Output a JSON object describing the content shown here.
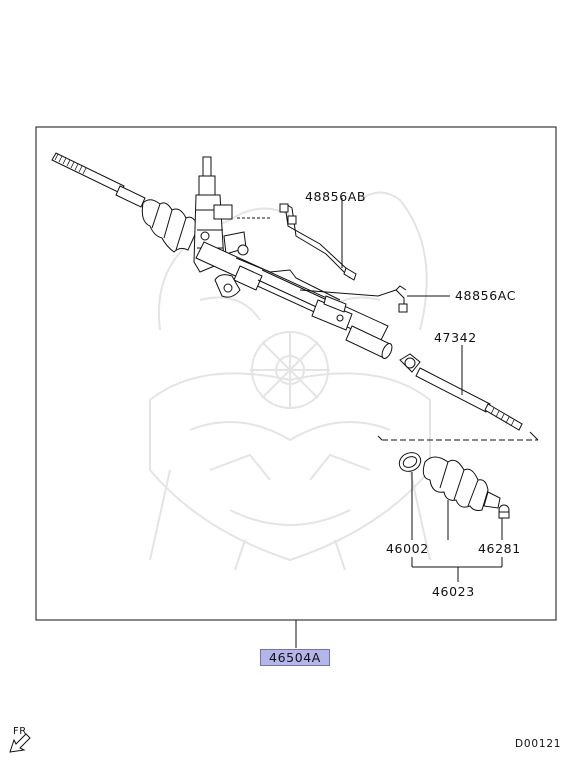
{
  "callouts": {
    "p48856AB": "48856AB",
    "p48856AC": "48856AC",
    "p47342": "47342",
    "p46002": "46002",
    "p46281": "46281",
    "p46023": "46023"
  },
  "assembly_part": "46504A",
  "direction_label": "FR",
  "diagram_code": "D00121",
  "colors": {
    "line": "#111111",
    "highlight_fill": "#b4b6ea",
    "highlight_border": "#6f72b8",
    "watermark": "#e4e4e4"
  }
}
